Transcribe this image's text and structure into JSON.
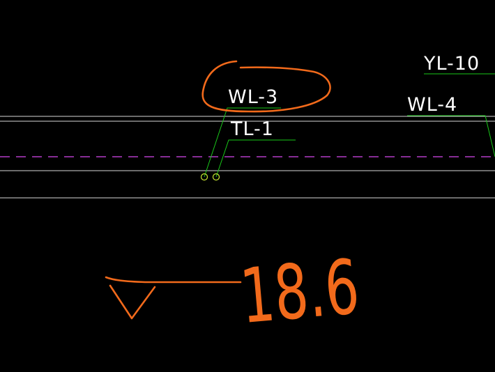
{
  "labels": {
    "wl3": "WL-3",
    "tl1": "TL-1",
    "wl4": "WL-4",
    "yl10": "YL-10"
  },
  "annotation": {
    "elevation": "18.6"
  },
  "colors": {
    "background": "#000000",
    "drawing_line": "#ffffff",
    "leader": "#19c819",
    "axis_dash": "#b43cc8",
    "marker": "#c8e632",
    "markup": "#f26a1b"
  }
}
